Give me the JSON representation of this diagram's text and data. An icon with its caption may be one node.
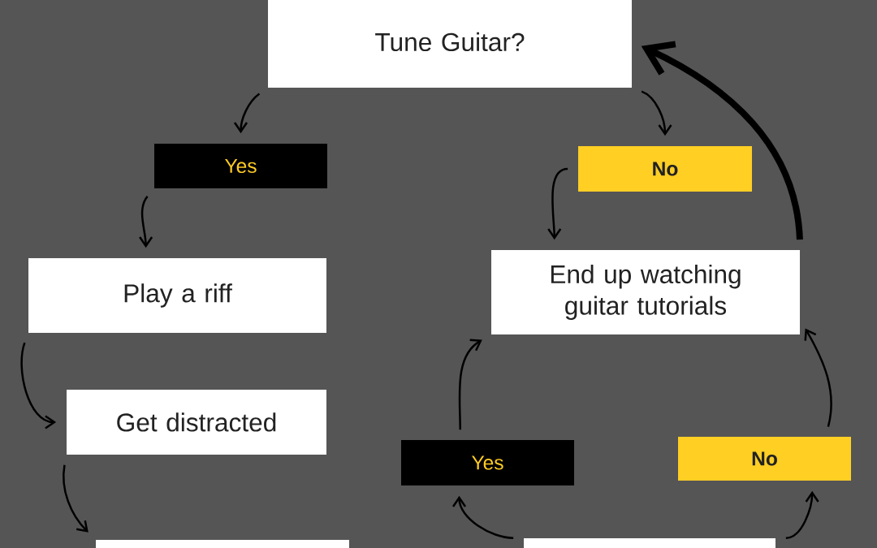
{
  "diagram": {
    "nodes": [
      {
        "text": [
          "Tune Guitar?"
        ]
      },
      {
        "text": [
          "Yes"
        ]
      },
      {
        "text": [
          "No"
        ]
      },
      {
        "text": [
          "Play a riff"
        ]
      },
      {
        "text": [
          "End up watching guitar tutorials"
        ]
      },
      {
        "text": [
          "Get distracted"
        ]
      },
      {
        "text": [
          "Yes"
        ]
      },
      {
        "text": [
          "No"
        ]
      },
      {
        "text": [],
        "shape": "box"
      },
      {
        "text": [],
        "shape": "box"
      }
    ],
    "edges": [
      {
        "from": 0,
        "to": 1,
        "arrow": "to"
      },
      {
        "from": 0,
        "to": 2,
        "arrow": "to"
      },
      {
        "from": 1,
        "to": 3,
        "arrow": "to"
      },
      {
        "from": 3,
        "to": 5,
        "arrow": "to"
      },
      {
        "from": 5,
        "to": 8,
        "arrow": "to"
      },
      {
        "from": 2,
        "to": 4,
        "arrow": "to"
      },
      {
        "from": 6,
        "to": 4,
        "arrow": "to"
      },
      {
        "from": 7,
        "to": 4,
        "arrow": "to"
      },
      {
        "from": 9,
        "to": 6,
        "arrow": "to"
      },
      {
        "from": 9,
        "to": 7,
        "arrow": "to"
      },
      {
        "from": 4,
        "to": 0,
        "arrow": "to",
        "style": "thick"
      }
    ]
  }
}
